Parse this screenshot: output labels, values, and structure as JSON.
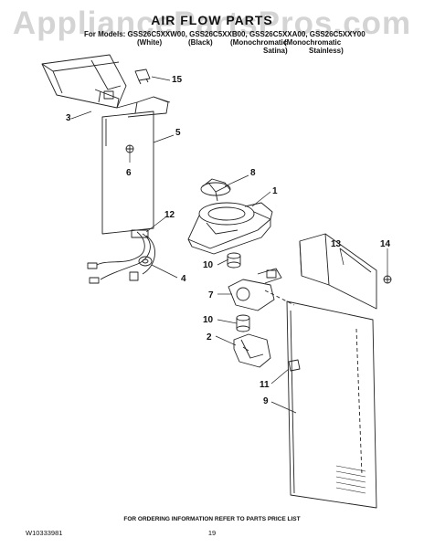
{
  "watermark": "AppliancePartsPros.com",
  "title": "AIR FLOW PARTS",
  "models_line": "For Models: GSS26C5XXW00, GSS26C5XXB00, GSS26C5XXA00, GSS26C5XXY00",
  "color_headers": [
    "(White)",
    "(Black)",
    "(Monochromatic",
    "(Monochromatic",
    "Satina)",
    "Stainless)"
  ],
  "callouts": [
    "1",
    "2",
    "3",
    "4",
    "5",
    "6",
    "7",
    "8",
    "9",
    "10",
    "10",
    "11",
    "12",
    "13",
    "14",
    "15"
  ],
  "footer_text": "FOR ORDERING INFORMATION REFER TO PARTS PRICE LIST",
  "doc_number": "W10333981",
  "page_number": "19"
}
